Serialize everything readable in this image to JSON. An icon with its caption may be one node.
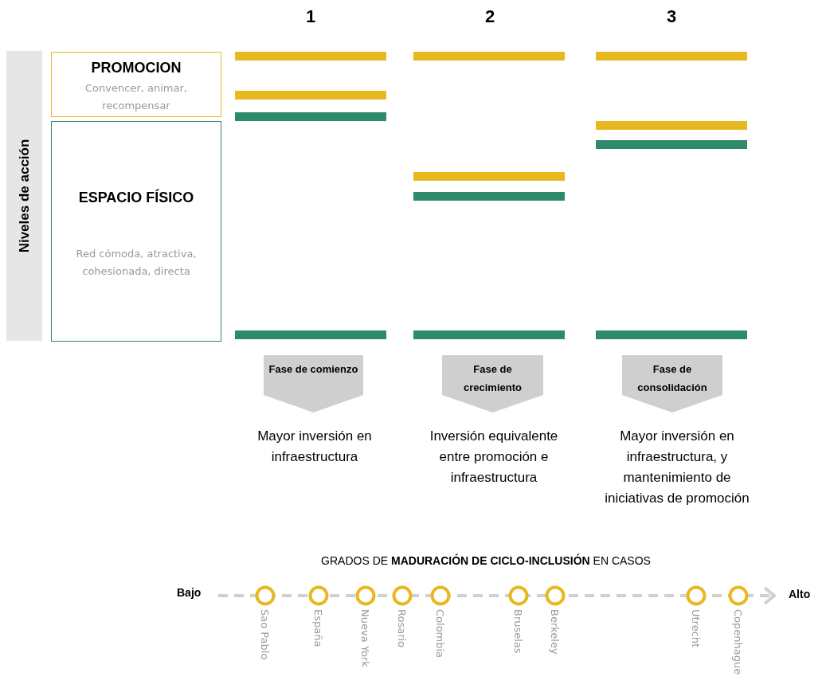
{
  "diagram": {
    "nodes": [
      {
        "text": [
          "Niveles de acción"
        ]
      },
      {
        "text": [
          "PROMOCION",
          "Convencer, animar, recompensar"
        ]
      },
      {
        "text": [
          "ESPACIO FÍSICO",
          "Red cómoda, atractiva, cohesionada, directa"
        ]
      },
      {
        "text": [
          "Fase de comienzo"
        ]
      },
      {
        "text": [
          "Fase de crecimiento"
        ]
      },
      {
        "text": [
          "Fase de consolidación"
        ]
      },
      {
        "text": [],
        "shape": "circle",
        "beside": [
          "Sao Pablo"
        ]
      },
      {
        "text": [],
        "shape": "circle",
        "beside": [
          "España"
        ]
      },
      {
        "text": [],
        "shape": "circle",
        "beside": [
          "Nueva York"
        ]
      },
      {
        "text": [],
        "shape": "circle",
        "beside": [
          "Rosario"
        ]
      },
      {
        "text": [],
        "shape": "circle",
        "beside": [
          "Colombia"
        ]
      },
      {
        "text": [],
        "shape": "circle",
        "beside": [
          "Bruselas"
        ]
      },
      {
        "text": [],
        "shape": "circle",
        "beside": [
          "Berkeley"
        ]
      },
      {
        "text": [],
        "shape": "circle",
        "beside": [
          "Utrecht"
        ]
      },
      {
        "text": [],
        "shape": "circle",
        "beside": [
          "Copenhague"
        ]
      },
      {
        "text": [],
        "shape": "bar"
      },
      {
        "text": [],
        "shape": "bar"
      },
      {
        "text": [],
        "shape": "bar"
      },
      {
        "text": [],
        "shape": "bar"
      },
      {
        "text": [],
        "shape": "bar"
      },
      {
        "text": [],
        "shape": "bar"
      },
      {
        "text": [],
        "shape": "bar"
      },
      {
        "text": [],
        "shape": "bar"
      },
      {
        "text": [],
        "shape": "bar"
      },
      {
        "text": [],
        "shape": "bar"
      },
      {
        "text": [],
        "shape": "bar"
      },
      {
        "text": [],
        "shape": "bar"
      }
    ],
    "edges": [],
    "labels": [
      "1",
      "2",
      "3",
      "Mayor inversión en infraestructura",
      "Inversión equivalente entre promoción e infraestructura",
      "Mayor inversión en infraestructura, y mantenimiento de iniciativas de promoción",
      "GRADOS DE **MADURACIÓN DE CICLO-INCLUSIÓN** EN CASOS",
      "Bajo",
      "Alto"
    ]
  }
}
